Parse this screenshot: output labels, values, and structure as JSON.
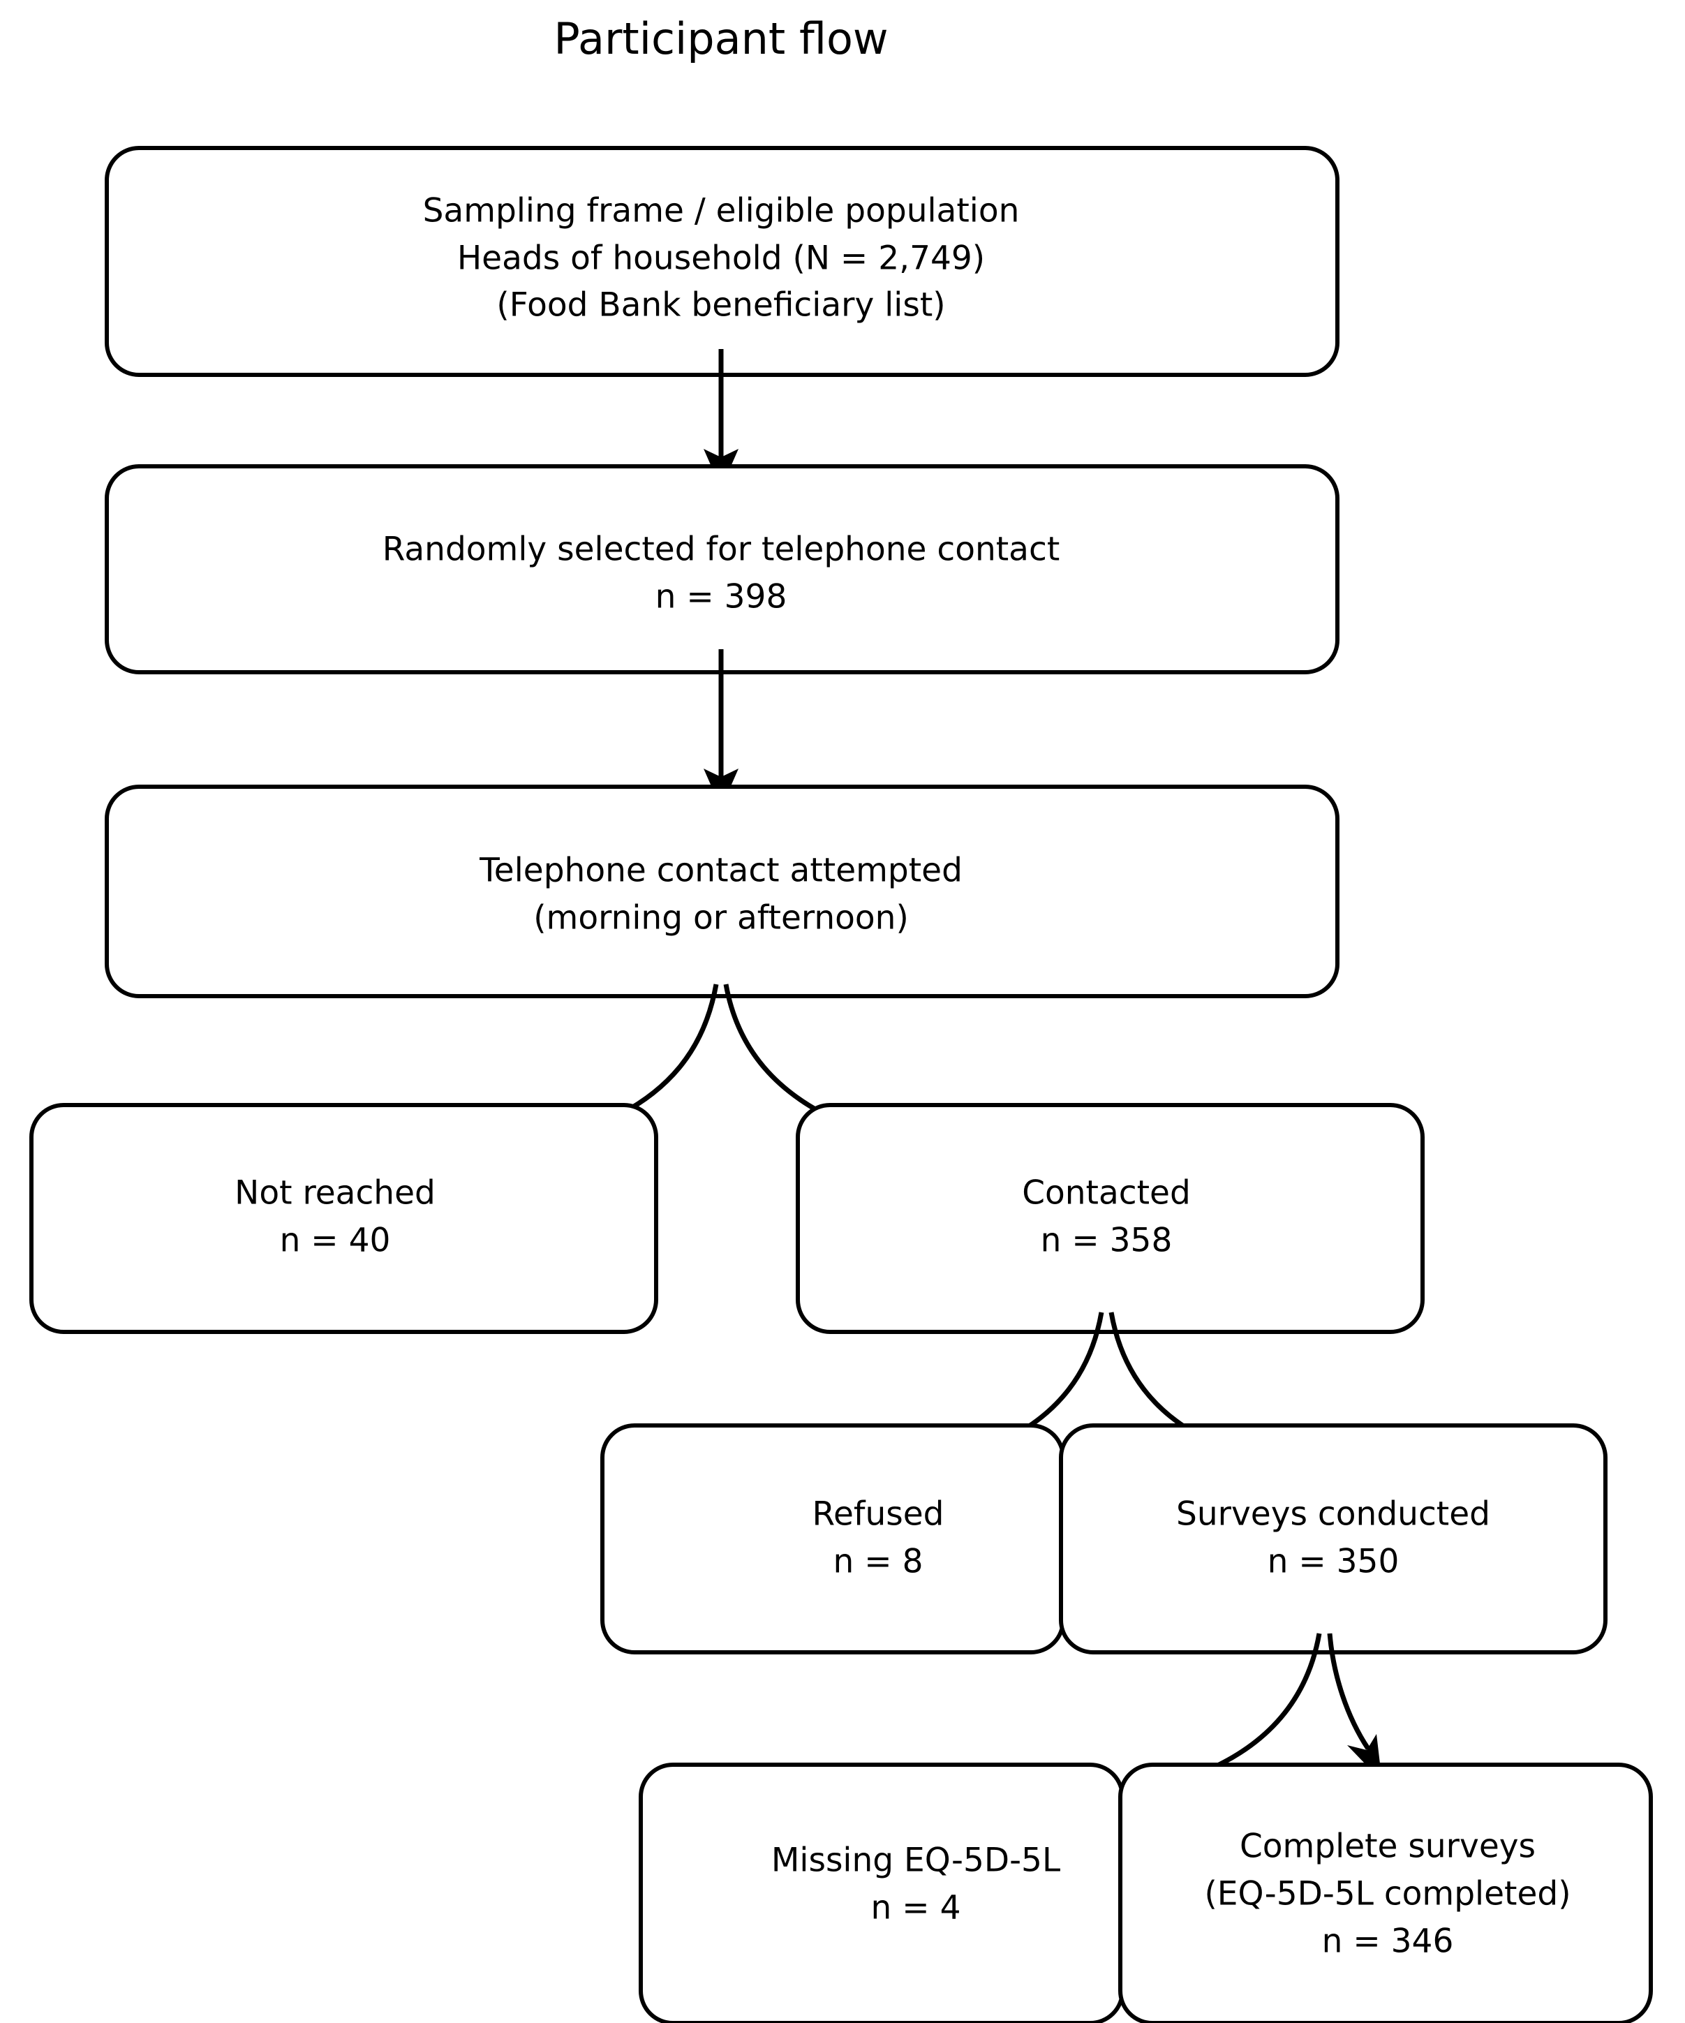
{
  "title": "Participant flow",
  "colors": {
    "background": "#ffffff",
    "box_stroke": "#000000",
    "box_fill": "#ffffff",
    "text": "#000000",
    "edge": "#000000"
  },
  "chart_data": {
    "type": "diagram",
    "diagram_type": "flowchart",
    "title": "Participant flow",
    "orientation": "top-to-bottom",
    "nodes": [
      {
        "id": "sampling-frame",
        "lines": [
          "Sampling frame / eligible population",
          "Heads of household (N = 2,749)",
          "(Food Bank beneficiary list)"
        ],
        "count_label": "N = 2,749",
        "count": 2749
      },
      {
        "id": "randomly-selected",
        "lines": [
          "Randomly selected for telephone contact",
          "n = 398"
        ],
        "count_label": "n = 398",
        "count": 398
      },
      {
        "id": "contact-attempted",
        "lines": [
          "Telephone contact attempted",
          "(morning or afternoon)"
        ],
        "count_label": "",
        "count": null
      },
      {
        "id": "not-reached",
        "lines": [
          "Not reached",
          "n = 40"
        ],
        "count_label": "n = 40",
        "count": 40
      },
      {
        "id": "contacted",
        "lines": [
          "Contacted",
          "n = 358"
        ],
        "count_label": "n = 358",
        "count": 358
      },
      {
        "id": "refused",
        "lines": [
          "Refused",
          "n = 8"
        ],
        "count_label": "n = 8",
        "count": 8
      },
      {
        "id": "surveys-conducted",
        "lines": [
          "Surveys conducted",
          "n = 350"
        ],
        "count_label": "n = 350",
        "count": 350
      },
      {
        "id": "missing-eq5d5l",
        "lines": [
          "Missing EQ-5D-5L",
          "n = 4"
        ],
        "count_label": "n = 4",
        "count": 4
      },
      {
        "id": "complete-surveys",
        "lines": [
          "Complete surveys",
          "(EQ-5D-5L completed)",
          "n = 346"
        ],
        "count_label": "n = 346",
        "count": 346
      }
    ],
    "edges": [
      {
        "from": "sampling-frame",
        "to": "randomly-selected",
        "style": "straight-arrow"
      },
      {
        "from": "randomly-selected",
        "to": "contact-attempted",
        "style": "straight-arrow"
      },
      {
        "from": "contact-attempted",
        "to": "not-reached",
        "style": "curved-arrow-left"
      },
      {
        "from": "contact-attempted",
        "to": "contacted",
        "style": "curved-arrow-right"
      },
      {
        "from": "contacted",
        "to": "refused",
        "style": "curved-arrow-left"
      },
      {
        "from": "contacted",
        "to": "surveys-conducted",
        "style": "curved-arrow-right"
      },
      {
        "from": "surveys-conducted",
        "to": "missing-eq5d5l",
        "style": "curved-arrow-left"
      },
      {
        "from": "surveys-conducted",
        "to": "complete-surveys",
        "style": "curved-arrow-right"
      }
    ]
  },
  "nodes": {
    "sampling_frame": {
      "line1": "Sampling frame / eligible population",
      "line2": "Heads of household (N = 2,749)",
      "line3": "(Food Bank beneficiary list)"
    },
    "randomly_selected": {
      "line1": "Randomly selected for telephone contact",
      "line2": "n = 398"
    },
    "contact_attempted": {
      "line1": "Telephone contact attempted",
      "line2": "(morning or afternoon)"
    },
    "not_reached": {
      "line1": "Not reached",
      "line2": "n = 40"
    },
    "contacted": {
      "line1": "Contacted",
      "line2": "n = 358"
    },
    "refused": {
      "line1": "Refused",
      "line2": "n = 8"
    },
    "surveys_conducted": {
      "line1": "Surveys conducted",
      "line2": "n = 350"
    },
    "missing_eq5d5l": {
      "line1": "Missing EQ-5D-5L",
      "line2": "n = 4"
    },
    "complete_surveys": {
      "line1": "Complete surveys",
      "line2": "(EQ-5D-5L completed)",
      "line3": "n = 346"
    }
  }
}
